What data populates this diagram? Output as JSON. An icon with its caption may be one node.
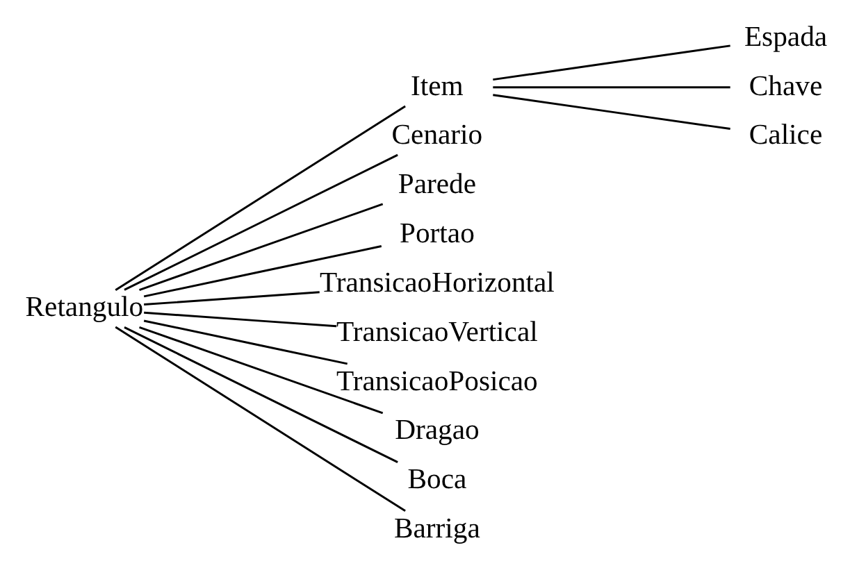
{
  "diagram": {
    "nodes": [
      {
        "text": [
          "Retangulo"
        ]
      },
      {
        "text": [
          "Item"
        ]
      },
      {
        "text": [
          "Espada"
        ]
      },
      {
        "text": [
          "Chave"
        ]
      },
      {
        "text": [
          "Calice"
        ]
      },
      {
        "text": [
          "Cenario"
        ]
      },
      {
        "text": [
          "Parede"
        ]
      },
      {
        "text": [
          "Portao"
        ]
      },
      {
        "text": [
          "TransicaoHorizontal"
        ]
      },
      {
        "text": [
          "TransicaoVertical"
        ]
      },
      {
        "text": [
          "TransicaoPosicao"
        ]
      },
      {
        "text": [
          "Dragao"
        ]
      },
      {
        "text": [
          "Boca"
        ]
      },
      {
        "text": [
          "Barriga"
        ]
      }
    ],
    "edges": [
      {
        "from": 0,
        "to": 1,
        "arrow": "none"
      },
      {
        "from": 1,
        "to": 2,
        "arrow": "none"
      },
      {
        "from": 1,
        "to": 3,
        "arrow": "none"
      },
      {
        "from": 1,
        "to": 4,
        "arrow": "none"
      },
      {
        "from": 0,
        "to": 5,
        "arrow": "none"
      },
      {
        "from": 0,
        "to": 6,
        "arrow": "none"
      },
      {
        "from": 0,
        "to": 7,
        "arrow": "none"
      },
      {
        "from": 0,
        "to": 8,
        "arrow": "none"
      },
      {
        "from": 0,
        "to": 9,
        "arrow": "none"
      },
      {
        "from": 0,
        "to": 10,
        "arrow": "none"
      },
      {
        "from": 0,
        "to": 11,
        "arrow": "none"
      },
      {
        "from": 0,
        "to": 12,
        "arrow": "none"
      },
      {
        "from": 0,
        "to": 13,
        "arrow": "none"
      }
    ]
  }
}
